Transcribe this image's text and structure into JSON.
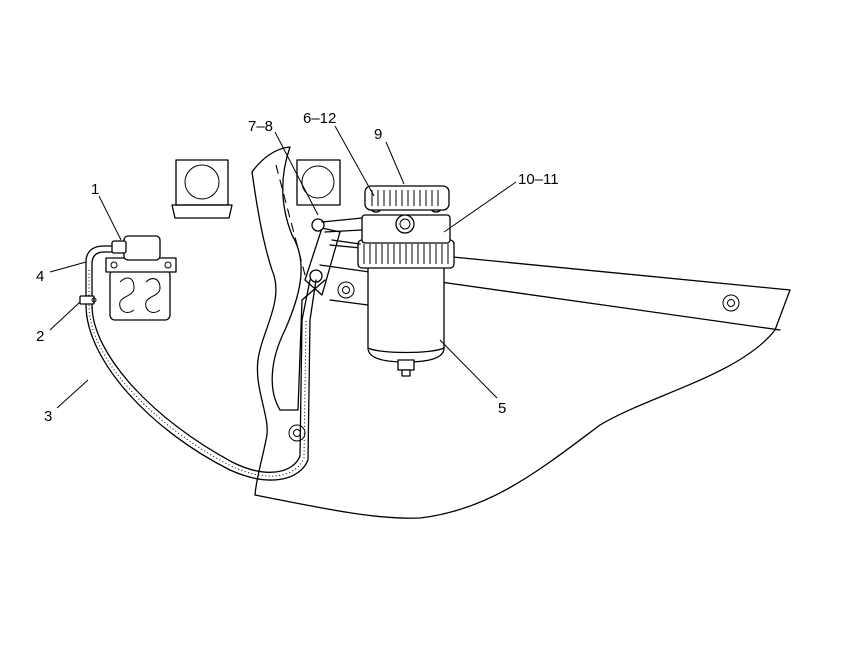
{
  "callouts": {
    "c1": "1",
    "c2": "2",
    "c3": "3",
    "c4": "4",
    "c5": "5",
    "c7_8": "7–8",
    "c6_12": "6–12",
    "c9": "9",
    "c10_11": "10–11"
  }
}
